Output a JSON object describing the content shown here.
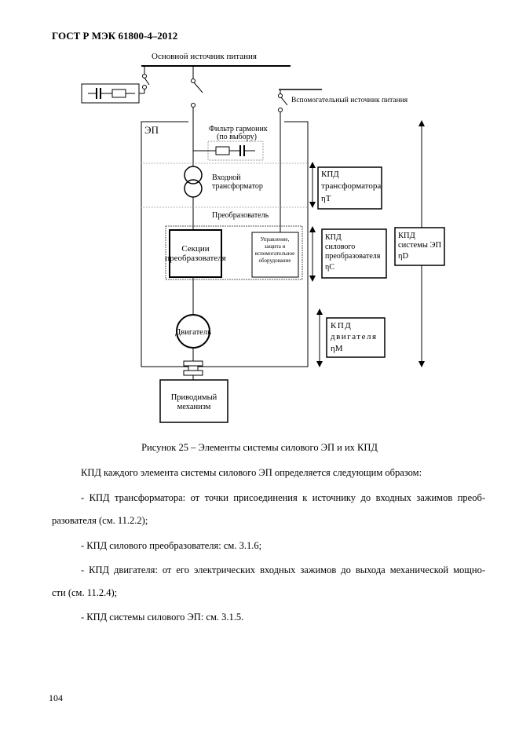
{
  "header": {
    "standard": "ГОСТ Р МЭК 61800-4–2012"
  },
  "figure": {
    "main_supply": "Основной источник питания",
    "aux_supply": "Вспомогательный источник питания",
    "ep": "ЭП",
    "harmonic_filter_1": "Фильтр гармоник",
    "harmonic_filter_2": "(по выбору)",
    "input_transformer_1": "Входной",
    "input_transformer_2": "трансформатор",
    "converter": "Преобразователь",
    "converter_sections_1": "Секции",
    "converter_sections_2": "преобразователя",
    "control_1": "Управление,",
    "control_2": "защита и",
    "control_3": "вспомогательное",
    "control_4": "оборудование",
    "motor": "Двигатель",
    "driven_1": "Приводимый",
    "driven_2": "механизм",
    "eff_transformer_1": "КПД",
    "eff_transformer_2": "трансформатора",
    "eff_transformer_sym": "ηT",
    "eff_converter_1": "КПД",
    "eff_converter_2": "силового",
    "eff_converter_3": "преобразователя",
    "eff_converter_sym": "ηC",
    "eff_motor_1": "КПД",
    "eff_motor_2": "двигателя",
    "eff_motor_sym": "ηM",
    "eff_system_1": "КПД",
    "eff_system_2": "системы ЭП",
    "eff_system_sym": "ηD"
  },
  "caption": "Рисунок 25 – Элементы системы силового ЭП и их КПД",
  "body": {
    "intro": "КПД каждого элемента системы силового ЭП определяется следующим образом:",
    "item1_a": "- КПД трансформатора: от точки присоединения к источнику до входных зажимов преоб-",
    "item1_b": "разователя (см. 11.2.2);",
    "item2": "- КПД силового преобразователя: см. 3.1.6;",
    "item3_a": "- КПД двигателя: от его электрических входных зажимов до выхода механической мощно-",
    "item3_b": "сти (см. 11.2.4);",
    "item4": "- КПД системы силового ЭП: см. 3.1.5."
  },
  "page_number": "104"
}
